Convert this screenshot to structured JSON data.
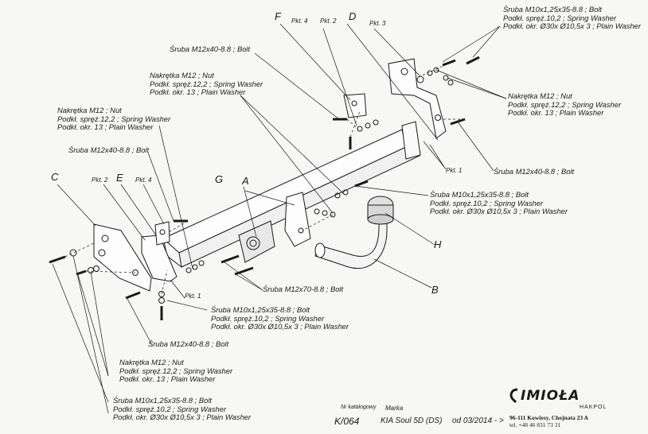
{
  "parts": {
    "A": "A",
    "B": "B",
    "C": "C",
    "D": "D",
    "E": "E",
    "F": "F",
    "G": "G",
    "H": "H"
  },
  "points": {
    "pkt1_right": "Pkt. 1",
    "pkt1_left": "Pkt. 1",
    "pkt2_right": "Pkt. 2",
    "pkt2_left": "Pkt. 2",
    "pkt3": "Pkt. 3",
    "pkt4_right": "Pkt. 4",
    "pkt4_left": "Pkt. 4"
  },
  "callouts": {
    "bolt_m10_top_right": [
      "Śruba M10x1,25x35-8.8 ;  Bolt",
      "Podkł. spręż.10,2 ; Spring Washer",
      "Podkł. okr.  Ø30x Ø10,5x 3 ; Plain Washer"
    ],
    "bolt_m12_top": [
      "Śruba M12x40-8.8 ;  Bolt"
    ],
    "nut_upper_center": [
      "Nakrętka  M12 ; Nut",
      "Podkł. spręż.12,2 ; Spring Washer",
      "Podkł. okr. 13 ; Plain Washer"
    ],
    "nut_right": [
      "Nakrętka  M12 ; Nut",
      "Podkł. spręż.12,2 ; Spring Washer",
      "Podkł. okr. 13 ; Plain Washer"
    ],
    "nut_left_upper": [
      "Nakrętka  M12 ; Nut",
      "Podkł. spręż.12,2 ; Spring Washer",
      "Podkł. okr. 13 ; Plain Washer"
    ],
    "bolt_m12_left": [
      "Śruba M12x40-8.8 ;  Bolt"
    ],
    "bolt_m12_right": [
      "Śruba M12x40-8.8 ;  Bolt"
    ],
    "bolt_m10_mid_right": [
      "Śruba M10x1,25x35-8.8 ;  Bolt",
      "Podkł. spręż.10,2 ; Spring Washer",
      "Podkł. okr.  Ø30x Ø10,5x 3 ; Plain Washer"
    ],
    "bolt_m12x70": [
      "Śruba M12x70-8.8 ;  Bolt"
    ],
    "bolt_m10_center": [
      "Śruba M10x1,25x35-8.8 ;  Bolt",
      "Podkł. spręż.10,2 ; Spring Washer",
      "Podkł. okr.  Ø30x Ø10,5x 3 ; Plain Washer"
    ],
    "bolt_m12_bottom": [
      "Śruba M12x40-8.8 ;  Bolt"
    ],
    "nut_left_lower": [
      "Nakrętka  M12 ; Nut",
      "Podkł. spręż.12,2 ; Spring Washer",
      "Podkł. okr. 13 ; Plain Washer"
    ],
    "bolt_m10_bottom_left": [
      "Śruba M10x1,25x35-8.8 ;  Bolt",
      "Podkł. spręż.10,2 ; Spring Washer",
      "Podkł. okr.  Ø30x Ø10,5x 3 ; Plain Washer"
    ]
  },
  "footer": {
    "catalog_label": "Nr katalogowy",
    "catalog_number": "K/064",
    "brand_label": "Marka",
    "model": "KIA Soul 5D (DS)",
    "from_date": "od  03/2014 - >"
  },
  "logo": {
    "name": "IMIOŁA",
    "sub": "HAKPOL",
    "address": "96-111 Kowiesy, Chojnata 23 A",
    "phone": "tel. +48 46 831 73 31"
  },
  "colors": {
    "ink": "#1a1a1a",
    "paper": "#f7f7f5"
  }
}
